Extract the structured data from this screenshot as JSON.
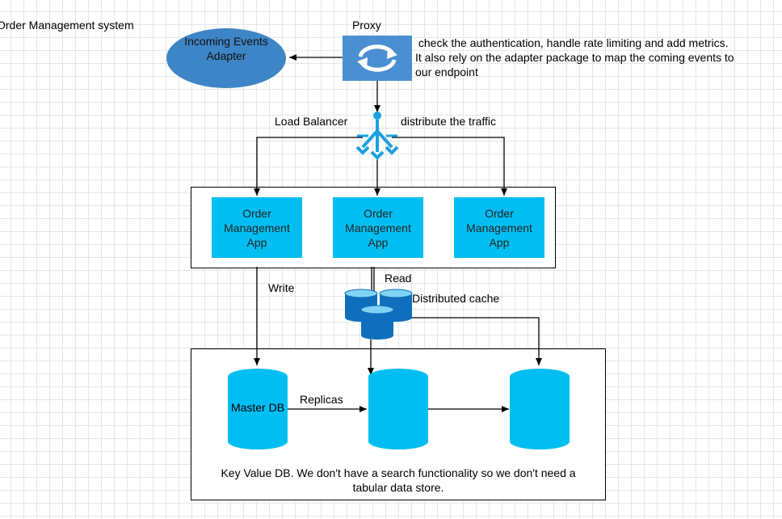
{
  "title": "Order Management system",
  "proxy": {
    "label": "Proxy"
  },
  "proxy_note": {
    "line1": " check the authentication, handle rate limiting and add metrics.",
    "line2": "It also rely on the adapter package to map the coming events to",
    "line3": "our endpoint"
  },
  "adapter": {
    "line1": "Incoming Events",
    "line2": "Adapter"
  },
  "load_balancer": {
    "label": "Load Balancer",
    "note": "distribute the traffic"
  },
  "apps": [
    {
      "line1": "Order",
      "line2": "Management",
      "line3": "App"
    },
    {
      "line1": "Order",
      "line2": "Management",
      "line3": "App"
    },
    {
      "line1": "Order",
      "line2": "Management",
      "line3": "App"
    }
  ],
  "edges": {
    "write": "Write",
    "read": "Read",
    "replicas": "Replicas"
  },
  "cache": {
    "label": "Distributed cache"
  },
  "db": {
    "master": "Master DB",
    "note_line1": "Key Value DB. We don't have a search functionality so we don't need a",
    "note_line2": "tabular data store."
  },
  "colors": {
    "accent": "#00bef2",
    "adapter": "#3d85c6",
    "proxy": "#4a8fd1",
    "load_balancer": "#1ba1e2",
    "cache_top": "#7fd4f5",
    "cache_body": "#0f6fbd"
  },
  "icons": {
    "proxy": "sync-arrows-icon",
    "load_balancer": "load-balancer-icon",
    "cache": "database-stack-icon"
  }
}
